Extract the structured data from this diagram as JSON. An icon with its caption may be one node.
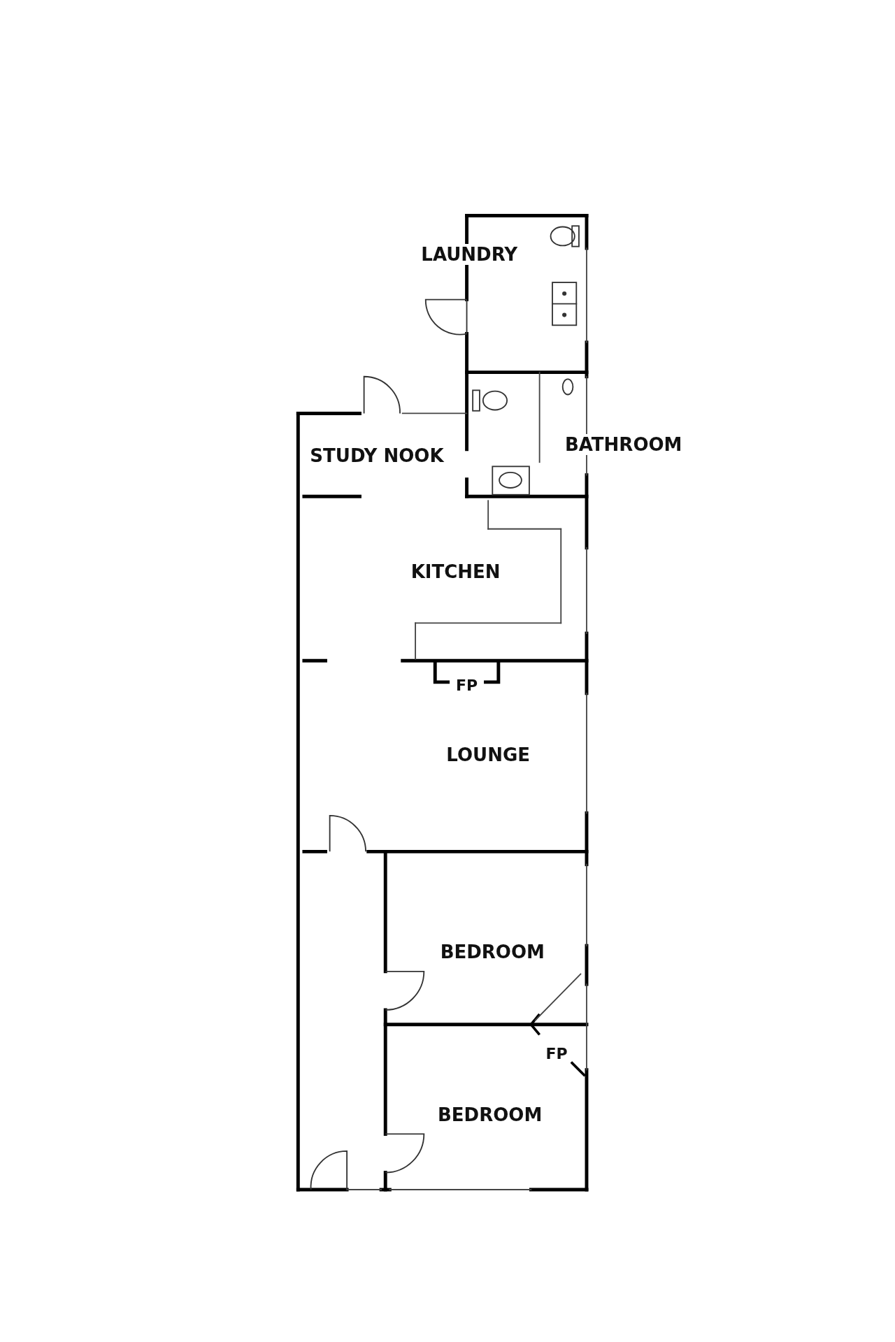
{
  "diagram": {
    "nodes": [
      {
        "text": [
          "LAUNDRY"
        ]
      },
      {
        "text": [
          "BATHROOM"
        ]
      },
      {
        "text": [
          "STUDY NOOK"
        ]
      },
      {
        "text": [
          "KITCHEN"
        ]
      },
      {
        "text": [
          "LOUNGE"
        ]
      },
      {
        "text": [
          "BEDROOM"
        ]
      },
      {
        "text": [
          "BEDROOM"
        ]
      }
    ],
    "labels": [
      "FP",
      "FP"
    ]
  }
}
